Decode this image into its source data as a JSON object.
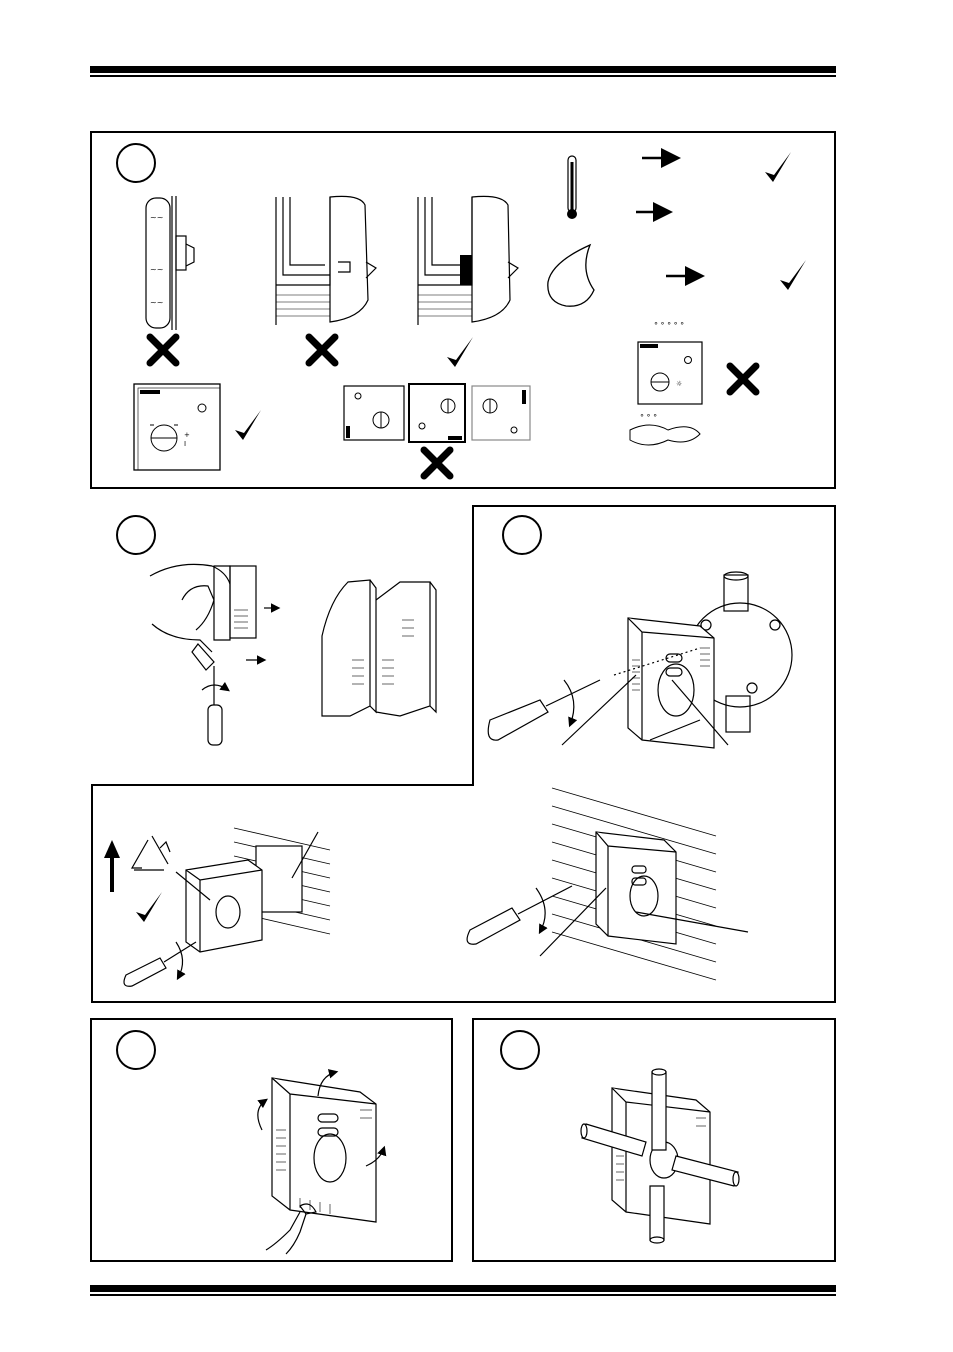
{
  "document": {
    "sections": [
      {
        "id": "placement",
        "number_label": ""
      },
      {
        "id": "open-housing",
        "number_label": ""
      },
      {
        "id": "mount-junction-box",
        "number_label": ""
      },
      {
        "id": "mount-wall",
        "number_label": ""
      },
      {
        "id": "knockouts",
        "number_label": ""
      },
      {
        "id": "conduit-entry",
        "number_label": ""
      }
    ],
    "icons": {
      "check": "check-mark-icon",
      "cross": "cross-mark-icon",
      "thermometer": "thermometer-icon",
      "drop": "water-drop-icon",
      "recycle": "recycle-icon",
      "arrow": "arrow-right-icon"
    }
  }
}
